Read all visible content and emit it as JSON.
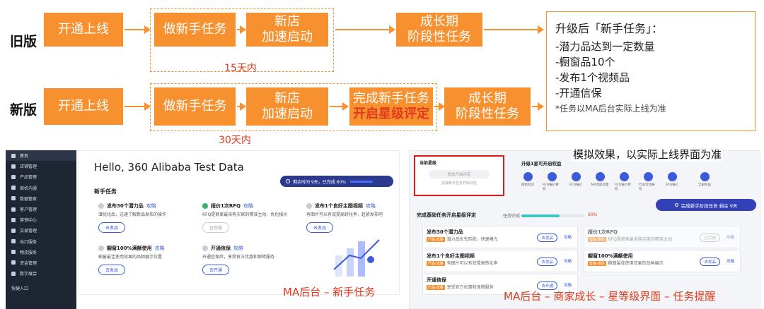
{
  "flow": {
    "old_label": "旧版",
    "new_label": "新版",
    "old_steps": [
      "开通上线",
      "做新手任务",
      "新店\n加速启动",
      "成长期\n阶段性任务"
    ],
    "old_days": "15天内",
    "new_steps": [
      "开通上线",
      "做新手任务",
      "新店\n加速启动",
      "成长期\n阶段性任务"
    ],
    "new_star_line1": "完成新手任务",
    "new_star_line2": "开启星级评定",
    "new_days": "30天内"
  },
  "note": {
    "title": "升级后「新手任务」：",
    "items": [
      "-潜力品达到一定数量",
      "-橱窗品10个",
      "-发布1个视频品",
      "-开通信保"
    ],
    "footnote": "*任务以MA后台实际上线为准"
  },
  "simulation_note": "模拟效果，以实际上线界面为准",
  "left_ui": {
    "sidebar": [
      "首页",
      "店铺管理",
      "产品管理",
      "商机沟通",
      "数据管家",
      "客户管理",
      "营销中心",
      "交易管理",
      "出口服务",
      "物流服务",
      "资金管理",
      "数字展会",
      "快捷入口"
    ],
    "greeting": "Hello, 360 Alibaba Test Data",
    "countdown": "剩余时间 9天，已完成 60%",
    "section_title": "新手任务",
    "tasks": [
      {
        "title": "发布30个潜力品",
        "link": "攻略",
        "desc": "潜优化品，迅速了解新品发布的操作",
        "button": "去发品"
      },
      {
        "title": "报价1次RFQ",
        "link": "攻略",
        "desc": "RFQ是商家最采购买家的精准主动，优化报价",
        "button": "已完成"
      },
      {
        "title": "发布1个良好主图视频",
        "link": "攻略",
        "desc": "有图片可以有效提高转化率，赶紧发布吧",
        "button": "去发品"
      },
      {
        "title": "橱窗100%满额使用",
        "link": "攻略",
        "desc": "橱窗最佳使用效果的品种展示位置",
        "button": "去发品"
      },
      {
        "title": "开通信保",
        "link": "攻略",
        "desc": "开通信保后，享受官方优惠和保障服务",
        "button": "去开通"
      }
    ],
    "caption": "MA后台 – 新手任务"
  },
  "right_ui": {
    "current_star_label": "当前星级",
    "current_star_value": "尚未开启评定",
    "current_star_sub": "完成新手任务开启评定",
    "benefits_title": "升级1星可开启权益",
    "benefits": [
      "搜索标识",
      "RFQ报价特权",
      "RFQ报价",
      "MA高级流量",
      "RFQ报价特权",
      "行业活动报名",
      "RFQ报价",
      "全部权益"
    ],
    "upgrade_button": "完成新手阶段任务 剩余 9天",
    "section_title": "完成基础任务开启星级评定",
    "progress_label": "任务完成",
    "progress_value": "60%",
    "progress_fraction": 0.6,
    "tasks": [
      {
        "title": "发布30个潜力品",
        "tag": "产品·流量",
        "desc": "潜力品优先匹配，快速曝光",
        "button": "去发品",
        "link": "攻略"
      },
      {
        "title": "报价1次RFQ",
        "tag": "营销·商机",
        "desc": "RFQ是商家最采购买家的精准主动",
        "button": "已完成",
        "link": "攻略"
      },
      {
        "title": "发布1个良好主图视频",
        "tag": "产品·流量",
        "desc": "有图片可以有效提高转化率",
        "button": "去发品",
        "link": "攻略"
      },
      {
        "title": "橱窗100%满额使用",
        "tag": "营销·商机",
        "desc": "橱窗最佳使用效果的品种展示",
        "button": "去发品",
        "link": "攻略"
      },
      {
        "title": "开通信保",
        "tag": "产品·流量",
        "desc": "享受官方优惠和保障服务",
        "button": "去开通",
        "link": "攻略"
      }
    ],
    "caption": "MA后台 – 商家成长 – 星等级界面 – 任务提醒"
  },
  "colors": {
    "orange": "#f7902f",
    "red": "#e23a1c",
    "blue": "#3b5bdb",
    "dark": "#1f2633"
  }
}
